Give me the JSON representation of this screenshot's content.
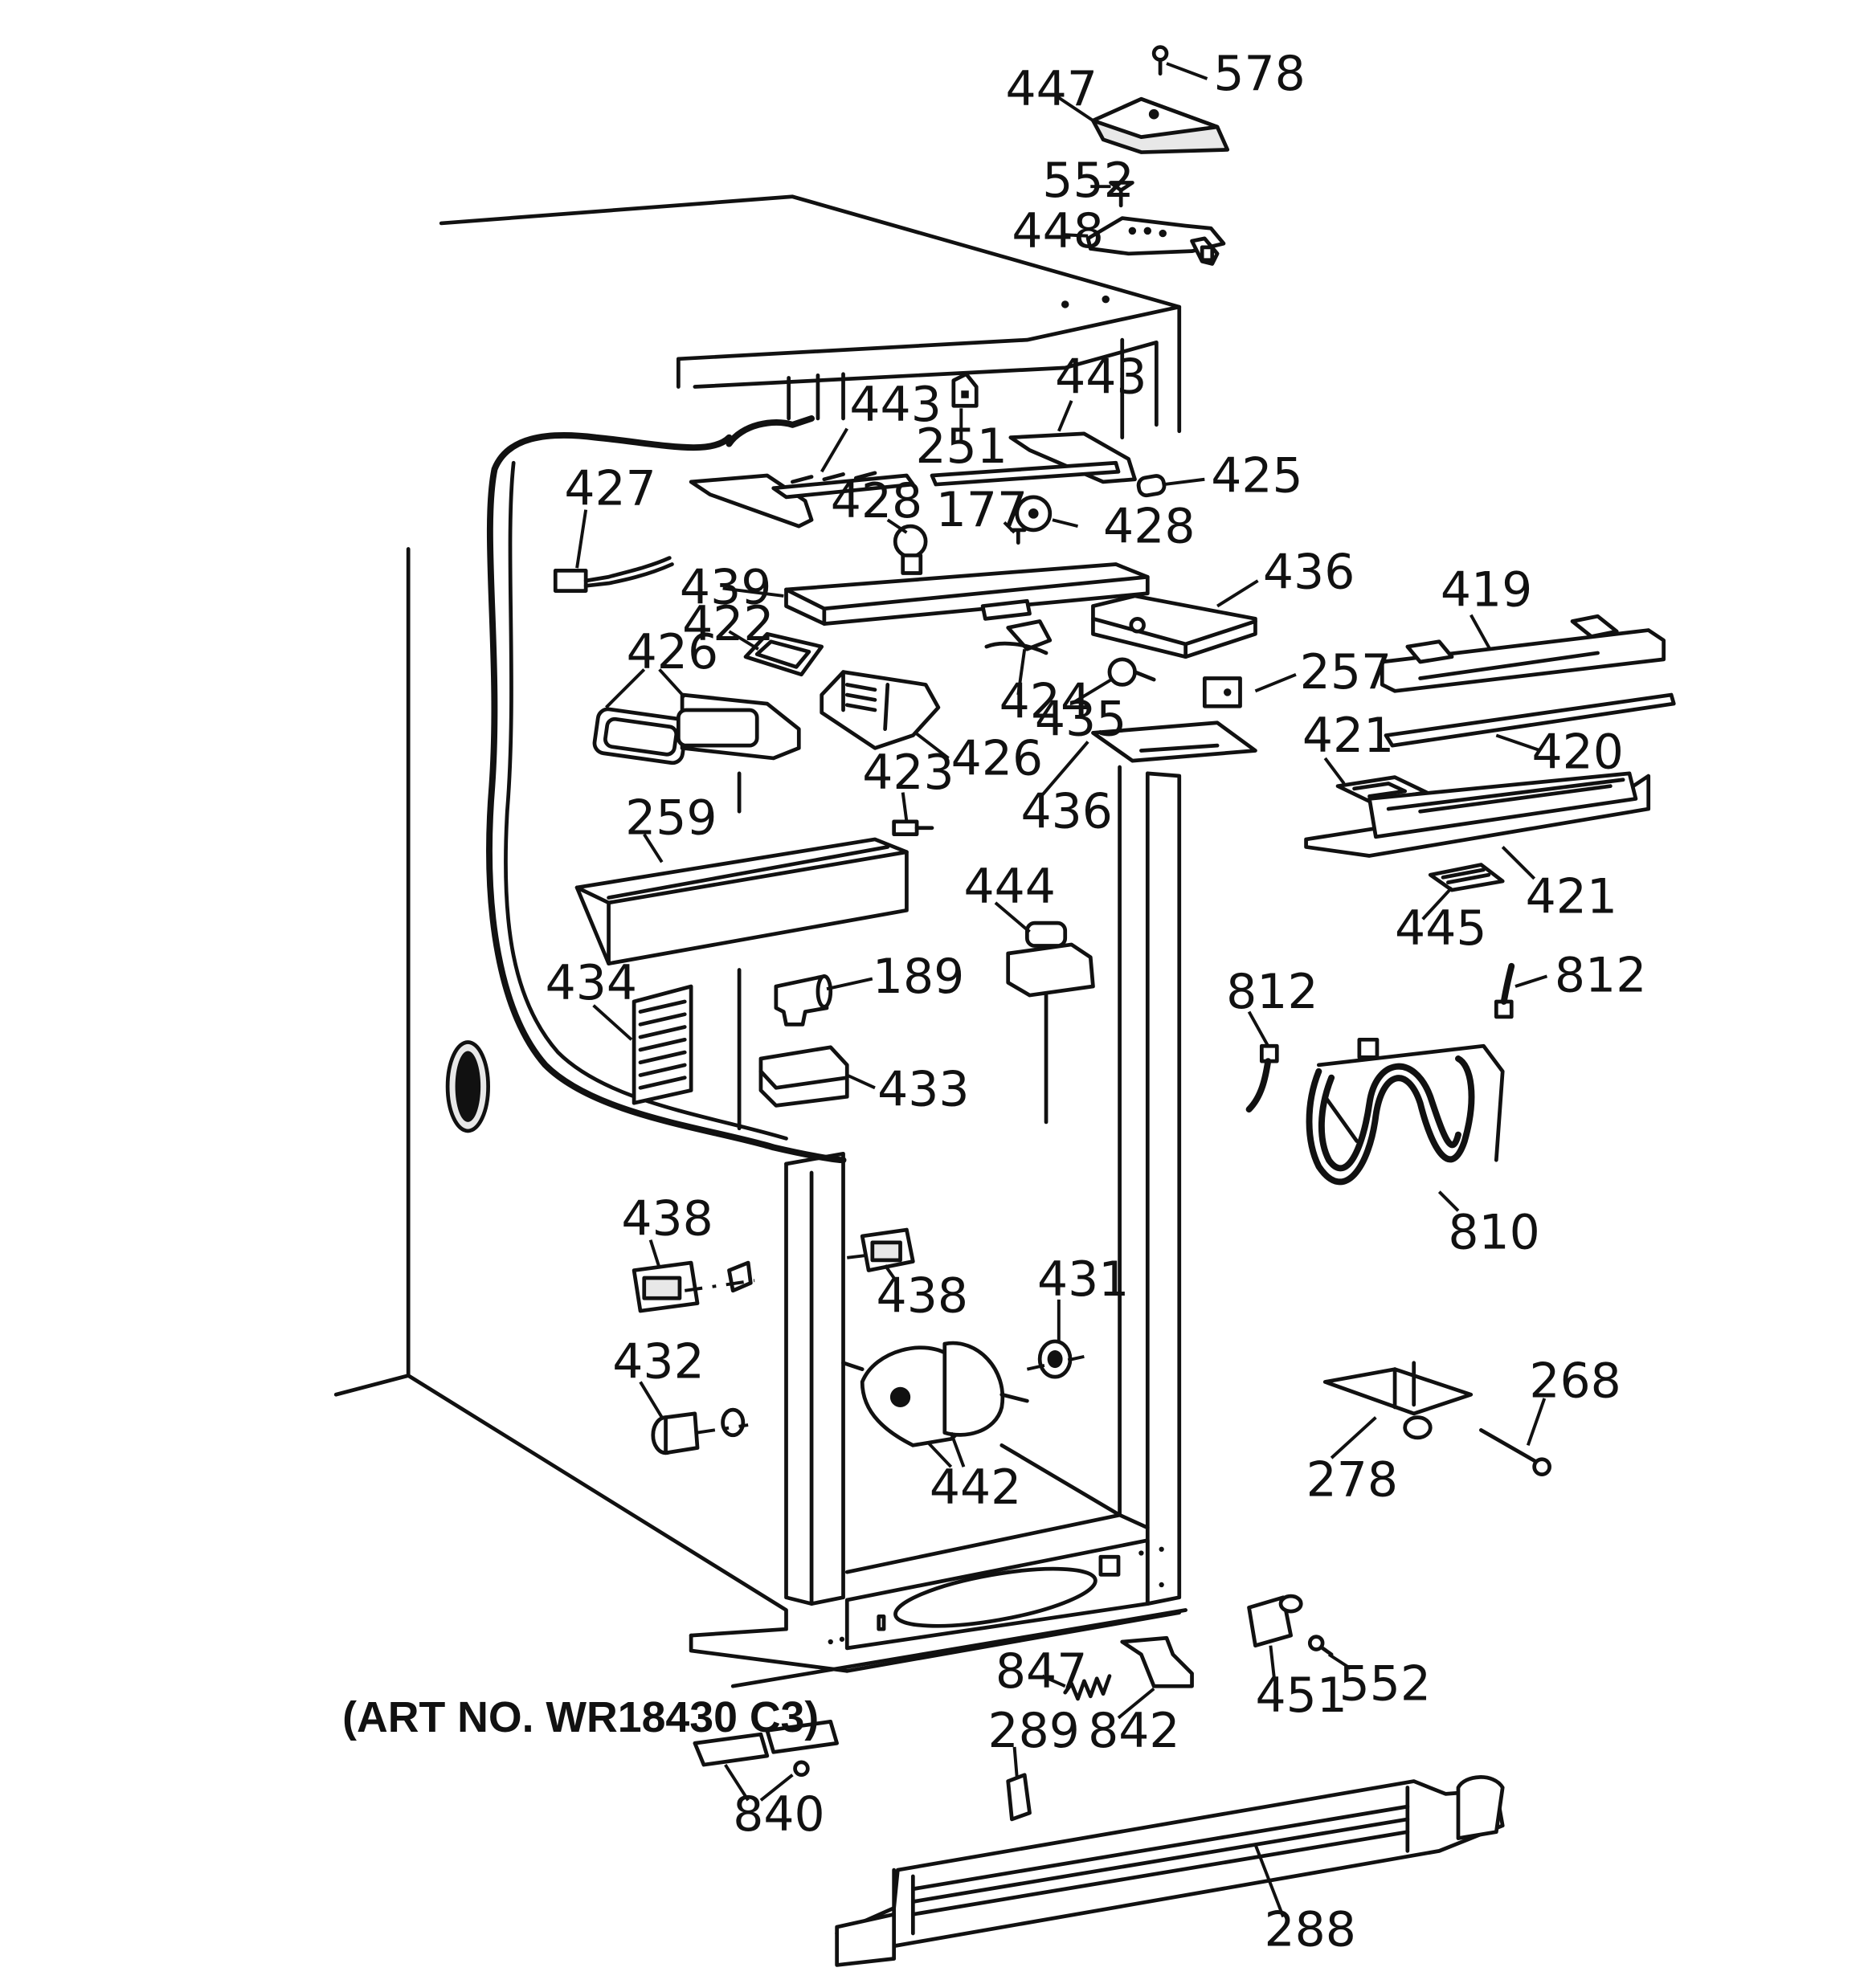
{
  "art_number": "(ART NO. WR18430 C3)",
  "callouts": [
    {
      "id": "c578",
      "text": "578"
    },
    {
      "id": "c447",
      "text": "447"
    },
    {
      "id": "c552a",
      "text": "552"
    },
    {
      "id": "c448",
      "text": "448"
    },
    {
      "id": "c443a",
      "text": "443"
    },
    {
      "id": "c443b",
      "text": "443"
    },
    {
      "id": "c251",
      "text": "251"
    },
    {
      "id": "c425",
      "text": "425"
    },
    {
      "id": "c427",
      "text": "427"
    },
    {
      "id": "c428a",
      "text": "428"
    },
    {
      "id": "c177",
      "text": "177"
    },
    {
      "id": "c428b",
      "text": "428"
    },
    {
      "id": "c439",
      "text": "439"
    },
    {
      "id": "c436a",
      "text": "436"
    },
    {
      "id": "c419",
      "text": "419"
    },
    {
      "id": "c422",
      "text": "422"
    },
    {
      "id": "c426a",
      "text": "426"
    },
    {
      "id": "c424",
      "text": "424"
    },
    {
      "id": "c257",
      "text": "257"
    },
    {
      "id": "c435",
      "text": "435"
    },
    {
      "id": "c426b",
      "text": "426"
    },
    {
      "id": "c421a",
      "text": "421"
    },
    {
      "id": "c420",
      "text": "420"
    },
    {
      "id": "c436b",
      "text": "436"
    },
    {
      "id": "c423",
      "text": "423"
    },
    {
      "id": "c259",
      "text": "259"
    },
    {
      "id": "c421b",
      "text": "421"
    },
    {
      "id": "c444",
      "text": "444"
    },
    {
      "id": "c445",
      "text": "445"
    },
    {
      "id": "c434",
      "text": "434"
    },
    {
      "id": "c189",
      "text": "189"
    },
    {
      "id": "c812a",
      "text": "812"
    },
    {
      "id": "c812b",
      "text": "812"
    },
    {
      "id": "c433",
      "text": "433"
    },
    {
      "id": "c810",
      "text": "810"
    },
    {
      "id": "c438a",
      "text": "438"
    },
    {
      "id": "c438b",
      "text": "438"
    },
    {
      "id": "c431",
      "text": "431"
    },
    {
      "id": "c432",
      "text": "432"
    },
    {
      "id": "c268",
      "text": "268"
    },
    {
      "id": "c278",
      "text": "278"
    },
    {
      "id": "c442",
      "text": "442"
    },
    {
      "id": "c847",
      "text": "847"
    },
    {
      "id": "c451",
      "text": "451"
    },
    {
      "id": "c552b",
      "text": "552"
    },
    {
      "id": "c842",
      "text": "842"
    },
    {
      "id": "c289",
      "text": "289"
    },
    {
      "id": "c840",
      "text": "840"
    },
    {
      "id": "c288",
      "text": "288"
    }
  ]
}
